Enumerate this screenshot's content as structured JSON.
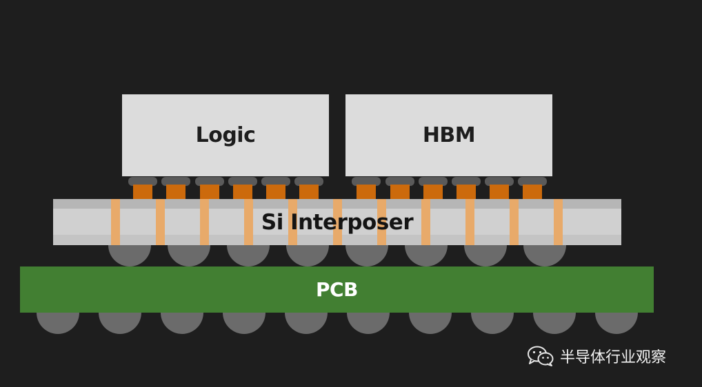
{
  "diagram": {
    "chips": {
      "logic": "Logic",
      "hbm": "HBM"
    },
    "interposer": "Si Interposer",
    "pcb": "PCB"
  },
  "colors": {
    "background": "#1e1e1e",
    "chip": "#dcdcdc",
    "microbump": "#cc6a0c",
    "tsv": "#e8aa6a",
    "interposer": "#d0d0d0",
    "solder_ball": "#6b6b6b",
    "pcb": "#427f32"
  },
  "watermark": {
    "icon": "wechat-icon",
    "text": "半导体行业观察"
  }
}
